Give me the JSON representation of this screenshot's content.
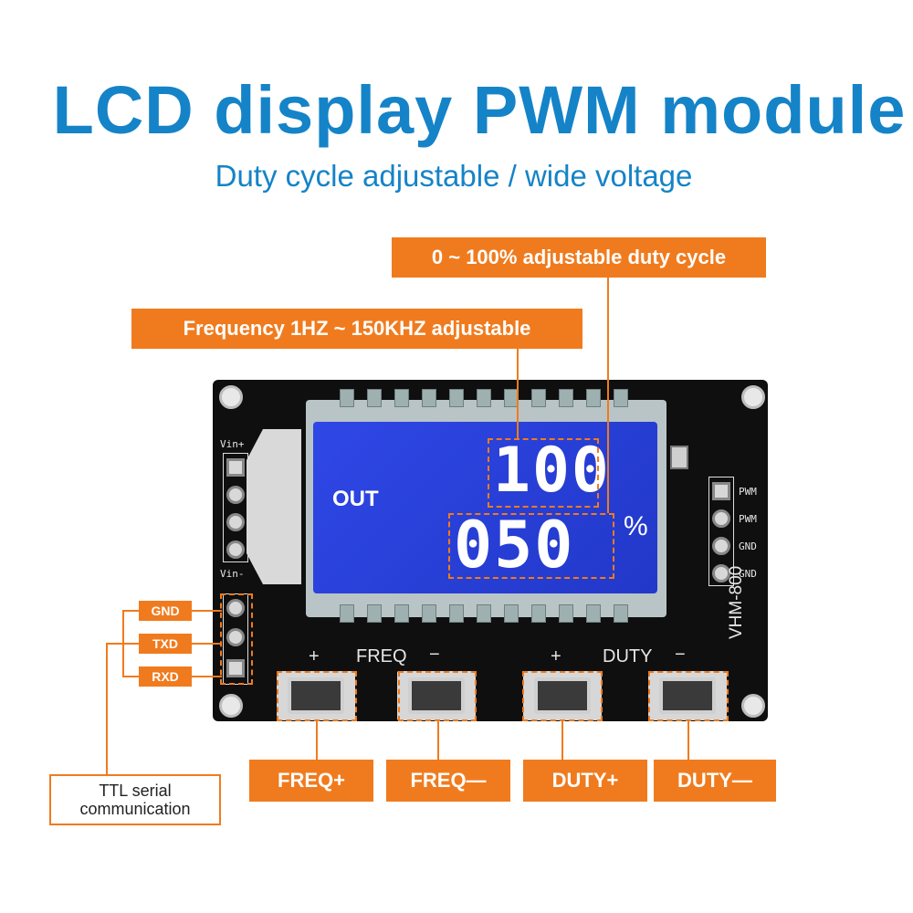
{
  "header": {
    "title": "LCD display PWM module",
    "subtitle": "Duty cycle adjustable / wide voltage"
  },
  "callouts": {
    "duty_range": "0 ~ 100% adjustable duty cycle",
    "freq_range": "Frequency 1HZ ~ 150KHZ adjustable",
    "ttl": "TTL serial communication"
  },
  "serial_pins": [
    "GND",
    "TXD",
    "RXD"
  ],
  "buttons": [
    "FREQ+",
    "FREQ—",
    "DUTY+",
    "DUTY—"
  ],
  "lcd": {
    "out_label": "OUT",
    "freq_value": "100",
    "duty_value": "050",
    "percent": "%"
  },
  "board": {
    "model": "VHM-800",
    "left_labels": [
      "Vin+",
      "Vin-"
    ],
    "right_labels": [
      "PWM",
      "PWM",
      "GND",
      "GND"
    ],
    "freq_label": "FREQ",
    "duty_label": "DUTY",
    "plus": "+",
    "minus": "−"
  },
  "colors": {
    "accent": "#f07b1e",
    "title_blue": "#1583c7",
    "lcd_blue": "#2a40d8"
  }
}
